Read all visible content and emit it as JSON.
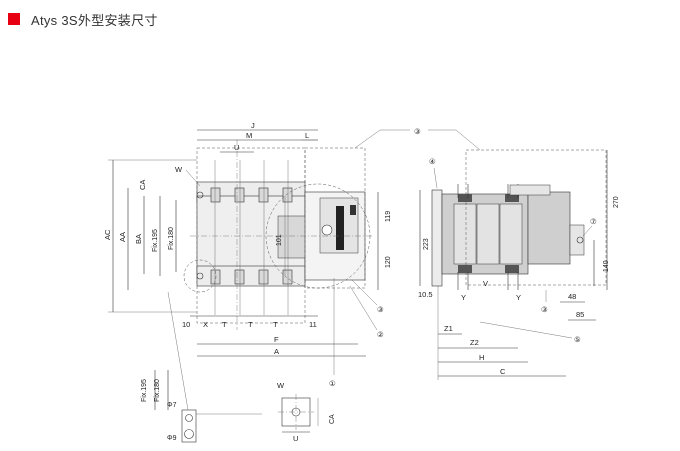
{
  "header": {
    "accent_color": "#e60012",
    "title": "Atys  3S外型安装尺寸"
  },
  "front_view": {
    "dims": {
      "J": "J",
      "M": "M",
      "L": "L",
      "U": "U",
      "W": "W",
      "CA": "CA",
      "AC": "AC",
      "AA": "AA",
      "BA": "BA",
      "fix195": "Fix.195",
      "fix180": "Fix.180",
      "d101": "101",
      "d119": "119",
      "d120": "120",
      "d10": "10",
      "X": "X",
      "T1": "T",
      "T2": "T",
      "T3": "T",
      "d11": "11",
      "F": "F",
      "A": "A"
    },
    "callouts": {
      "c1": "①",
      "c2": "②",
      "c3": "③"
    }
  },
  "side_view": {
    "dims": {
      "d270": "270",
      "d223": "223",
      "d140": "140",
      "d10_5": "10.5",
      "Y1": "Y",
      "V": "V",
      "Y2": "Y",
      "d48": "48",
      "d85": "85",
      "Z1": "Z1",
      "Z2": "Z2",
      "H": "H",
      "C": "C"
    },
    "callouts": {
      "c3": "③",
      "c4": "④",
      "c5": "⑤",
      "c7": "⑦"
    }
  },
  "detail_left": {
    "fix195": "Fix.195",
    "fix180": "Fix.180",
    "phi7": "Φ7",
    "phi9": "Φ9"
  },
  "detail_right": {
    "W": "W",
    "CA": "CA",
    "U": "U"
  }
}
